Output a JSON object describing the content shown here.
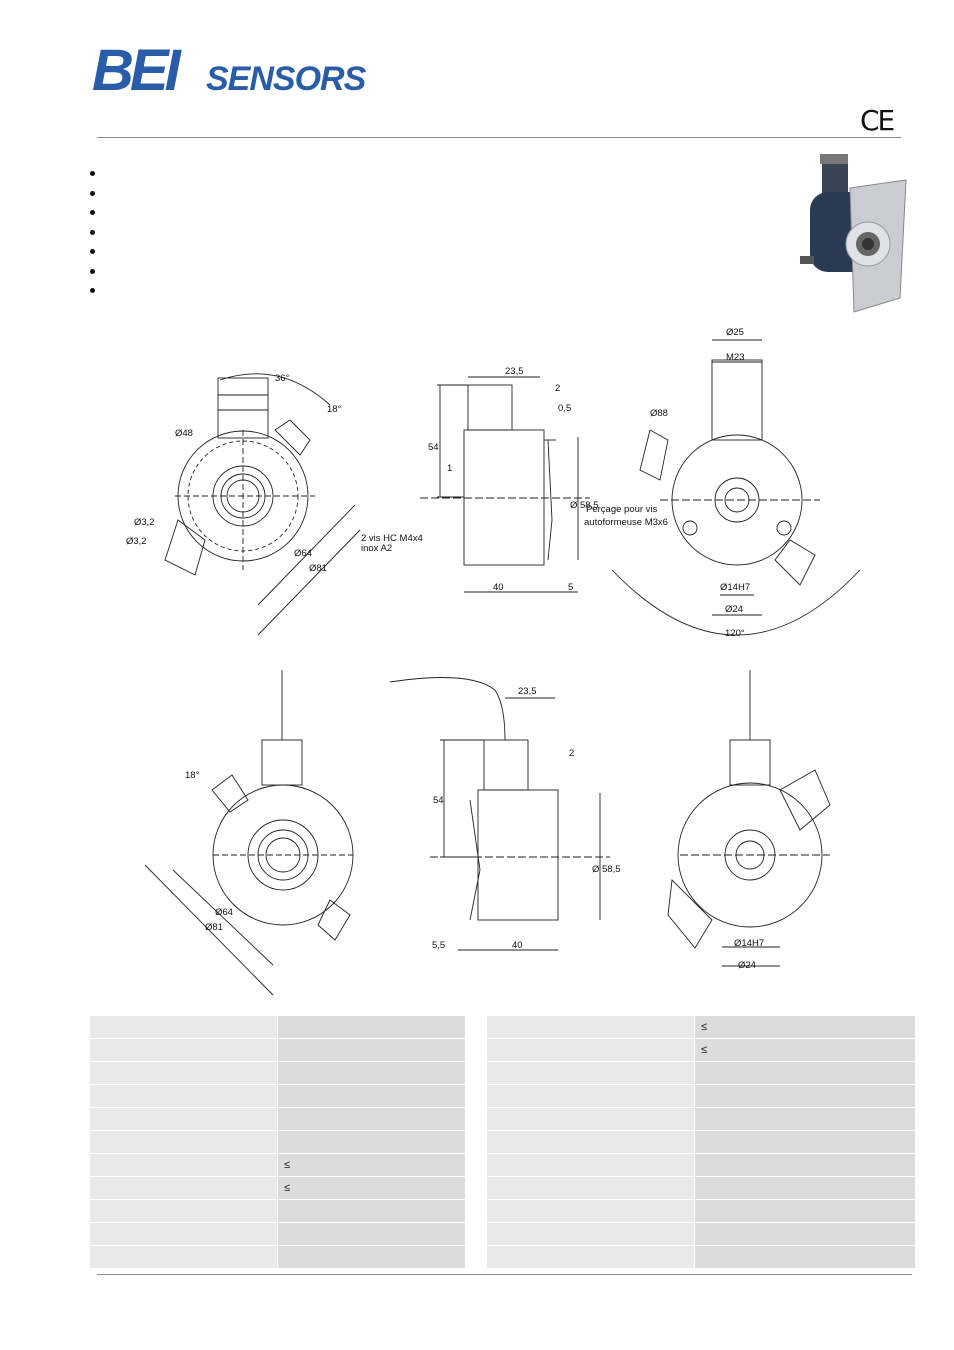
{
  "brand": {
    "logo_main": "BEI",
    "logo_sub": "SENSORS",
    "brand_color": "#2a5da8"
  },
  "ce_mark": "CE",
  "bullets": [
    "",
    "",
    "",
    "",
    "",
    "",
    ""
  ],
  "drawing_labels": {
    "a36": "36°",
    "a18a": "18°",
    "d48": "Ø48",
    "d32a": "Ø3,2",
    "d32b": "Ø3,2",
    "d64a": "Ø64",
    "d81a": "Ø81",
    "screw1": "2 vis HC M4x4",
    "screw2": "inox A2",
    "s235a": "23,5",
    "s2a": "2",
    "s05": "0,5",
    "s54a": "54",
    "s1": "1",
    "s585a": "Ø 58,5",
    "s40a": "40",
    "s5": "5",
    "d25": "Ø25",
    "m23": "M23",
    "d88": "Ø88",
    "perc1": "Perçage pour vis",
    "perc2": "autoformeuse M3x6",
    "d14a": "Ø14H7",
    "d24a": "Ø24",
    "a120": "120°",
    "a18b": "18°",
    "d64b": "Ø64",
    "d81b": "Ø81",
    "s235b": "23,5",
    "s2b": "2",
    "s54b": "54",
    "s585b": "Ø 58,5",
    "s55": "5,5",
    "s40b": "40",
    "d14b": "Ø14H7",
    "d24b": "Ø24"
  },
  "table_left": [
    {
      "label": "",
      "value": ""
    },
    {
      "label": "",
      "value": ""
    },
    {
      "label": "",
      "value": ""
    },
    {
      "label": "",
      "value": ""
    },
    {
      "label": "",
      "value": ""
    },
    {
      "label": "",
      "value": ""
    },
    {
      "label": "",
      "value": "≤"
    },
    {
      "label": "",
      "value": "≤"
    },
    {
      "label": "",
      "value": ""
    },
    {
      "label": "",
      "value": ""
    },
    {
      "label": "",
      "value": ""
    }
  ],
  "table_right": [
    {
      "label": "",
      "value": "≤"
    },
    {
      "label": "",
      "value": "≤"
    },
    {
      "label": "",
      "value": ""
    },
    {
      "label": "",
      "value": ""
    },
    {
      "label": "",
      "value": ""
    },
    {
      "label": "",
      "value": ""
    },
    {
      "label": "",
      "value": ""
    },
    {
      "label": "",
      "value": ""
    },
    {
      "label": "",
      "value": ""
    },
    {
      "label": "",
      "value": ""
    },
    {
      "label": "",
      "value": ""
    }
  ]
}
